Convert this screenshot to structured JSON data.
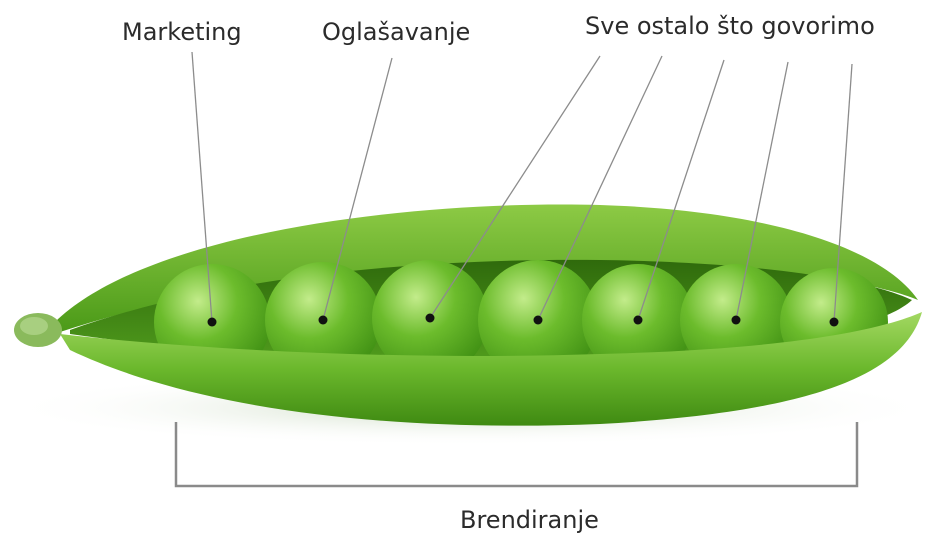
{
  "labels": {
    "marketing": "Marketing",
    "oglasavanje": "Oglašavanje",
    "ostalo": "Sve ostalo što govorimo",
    "brendiranje": "Brendiranje"
  },
  "colors": {
    "pod_dark": "#3f8a12",
    "pod_mid": "#63b326",
    "pod_light": "#9ed55a",
    "pea_dark": "#3d8d12",
    "pea_mid": "#6cbc2c",
    "pea_light": "#c3ec8b",
    "leader_line": "#8c8c8c",
    "bracket": "#8a8a8a",
    "text": "#2b2b2b"
  },
  "diagram": {
    "pea_count": 7,
    "leaders": [
      {
        "label": "marketing",
        "pea": 0
      },
      {
        "label": "oglasavanje",
        "pea": 1
      },
      {
        "label": "ostalo",
        "pea": 2
      },
      {
        "label": "ostalo",
        "pea": 3
      },
      {
        "label": "ostalo",
        "pea": 4
      },
      {
        "label": "ostalo",
        "pea": 5
      },
      {
        "label": "ostalo",
        "pea": 6
      }
    ],
    "bracket_spans": "all-peas"
  }
}
